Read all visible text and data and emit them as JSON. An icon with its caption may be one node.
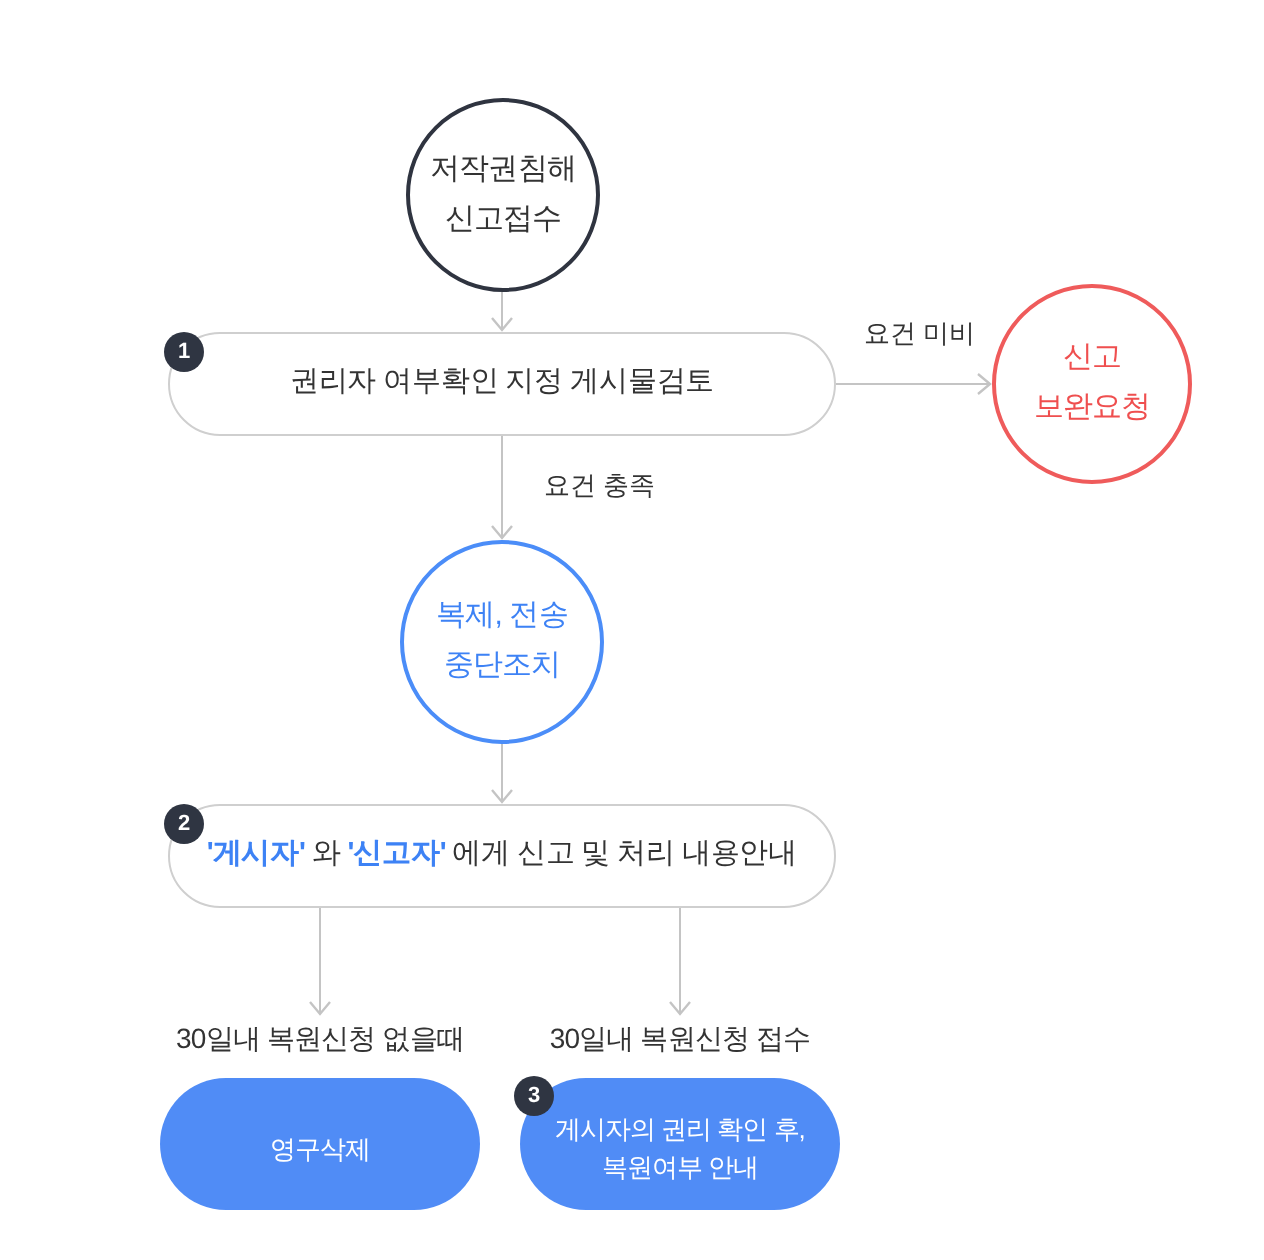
{
  "diagram": {
    "nodes": [
      {
        "text": [
          "저작권침해 신고접수"
        ]
      },
      {
        "text": [
          "1",
          "권리자 여부확인 지정 게시물검토"
        ]
      },
      {
        "text": [
          "신고 보완요청"
        ]
      },
      {
        "text": [
          "복제, 전송 중단조치"
        ]
      },
      {
        "text": [
          "2",
          "**'게시자'** 와 **'신고자'** 에게 신고 및 처리 내용안내"
        ]
      },
      {
        "text": [
          "30일내 복원신청 없을때"
        ]
      },
      {
        "text": [
          "30일내 복원신청 접수"
        ]
      },
      {
        "text": [
          "영구삭제"
        ]
      },
      {
        "text": [
          "3",
          "게시자의 권리 확인 후, 복원여부 안내"
        ]
      }
    ],
    "edges": [
      {
        "from": 0,
        "to": 1,
        "arrow": "to"
      },
      {
        "from": 1,
        "to": 2,
        "arrow": "to",
        "label": "요건 미비"
      },
      {
        "from": 1,
        "to": 3,
        "arrow": "to",
        "label": "요건 충족"
      },
      {
        "from": 3,
        "to": 4,
        "arrow": "to"
      },
      {
        "from": 4,
        "to": 5,
        "arrow": "to"
      },
      {
        "from": 4,
        "to": 6,
        "arrow": "to"
      }
    ]
  }
}
